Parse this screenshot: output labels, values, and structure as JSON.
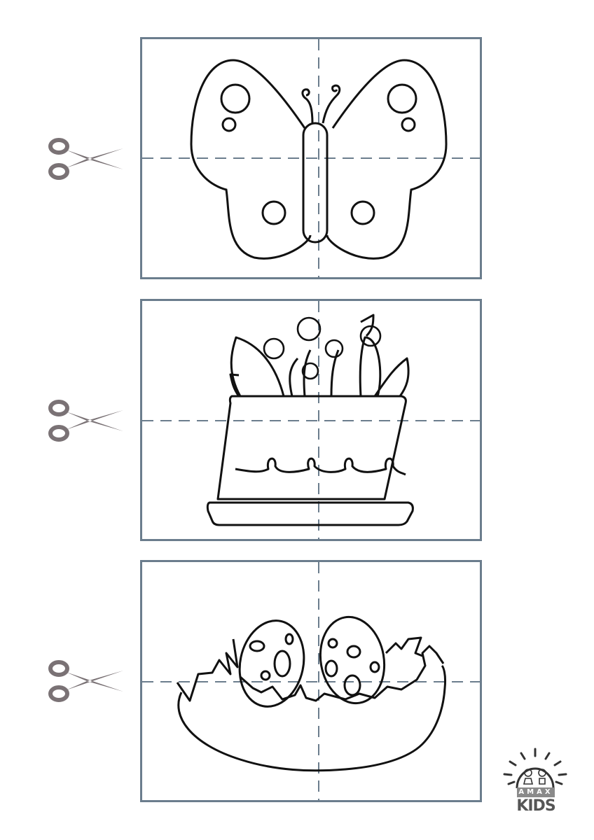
{
  "worksheet": {
    "type": "cut-and-assemble puzzle",
    "colors": {
      "border": "#6b7d8d",
      "cut_line": "#6b7d8d",
      "scissors": "#7a7275",
      "outline": "#111111"
    },
    "cards": [
      {
        "subject": "butterfly",
        "scissors_icon": "scissors-icon"
      },
      {
        "subject": "flower-pot",
        "scissors_icon": "scissors-icon"
      },
      {
        "subject": "nest-with-eggs",
        "scissors_icon": "scissors-icon"
      }
    ]
  },
  "logo": {
    "line1": "AMAX",
    "line2": "KIDS"
  }
}
